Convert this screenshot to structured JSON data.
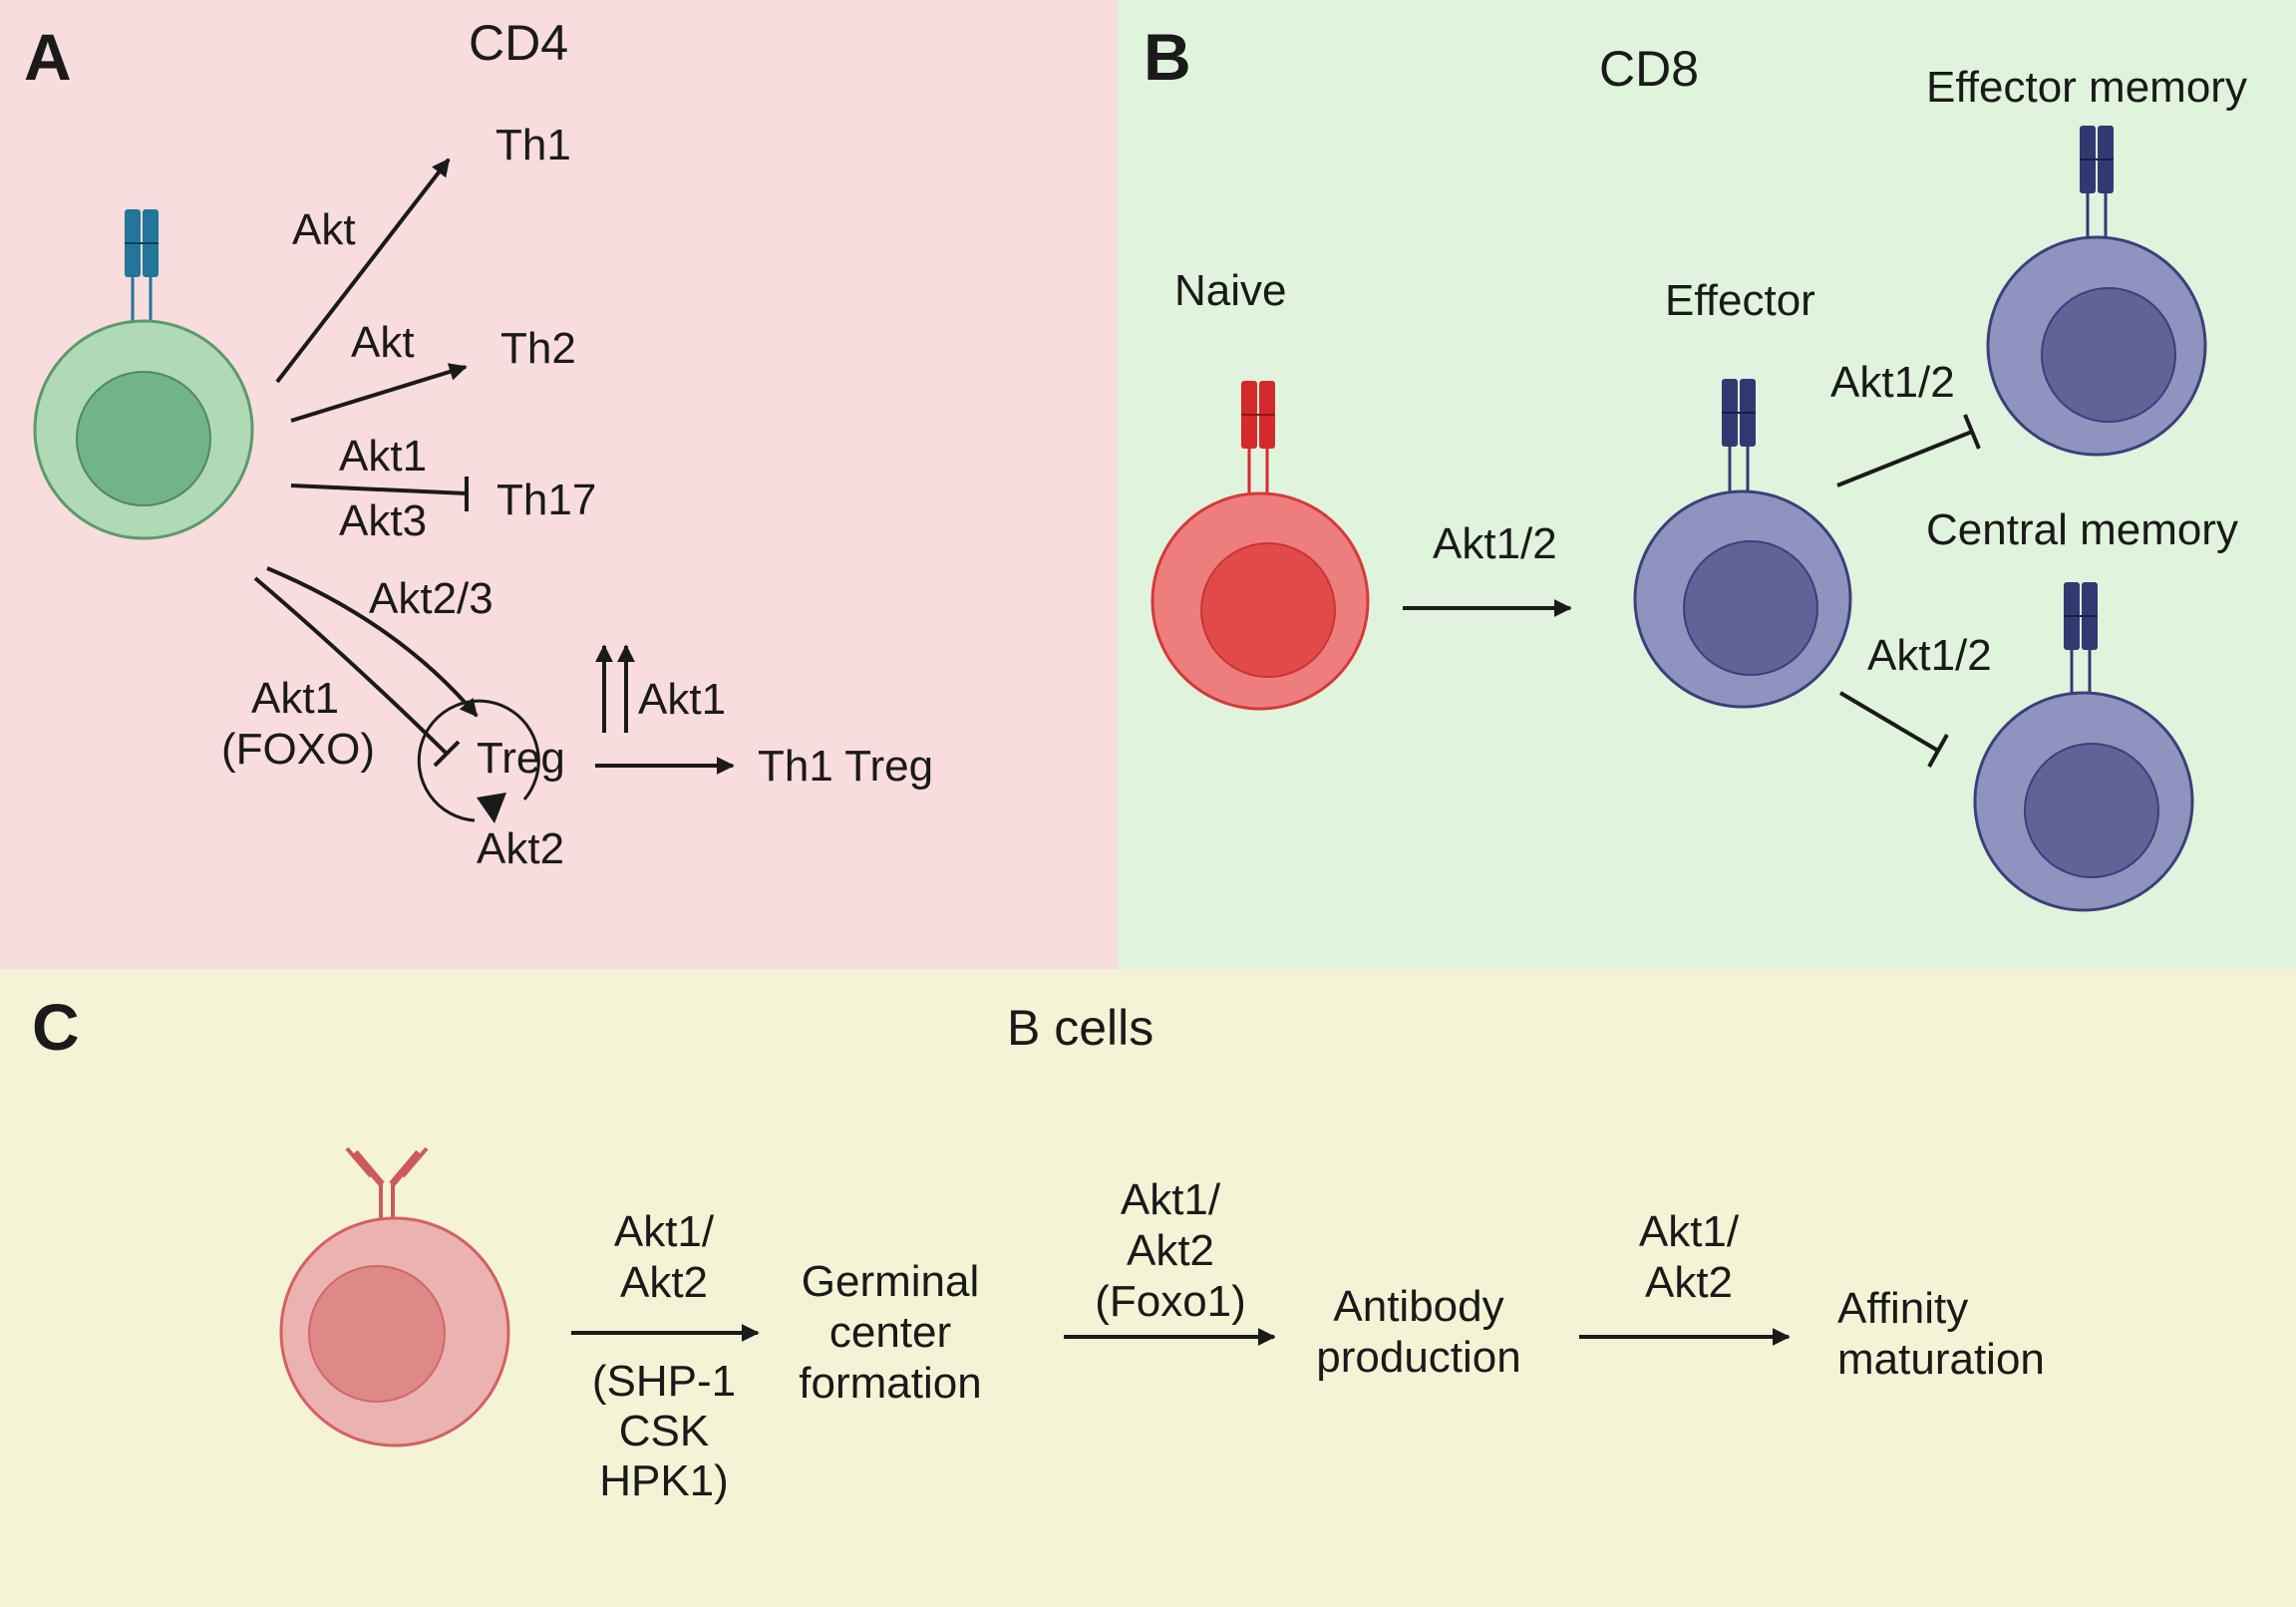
{
  "colors": {
    "panel_a_bg": "#f9dcdd",
    "panel_b_bg": "#e0f3dc",
    "panel_c_bg": "#f5f3d6",
    "cd4_cell": "#b0d9b6",
    "cd4_nucleus": "#71b487",
    "cd4_receptor": "#23759a",
    "naive_cell": "#ee7e7d",
    "naive_nucleus": "#e24a4a",
    "naive_receptor": "#d52a2b",
    "cd8_cell": "#9193bf",
    "cd8_nucleus": "#616298",
    "cd8_receptor": "#343872",
    "b_cell": "#ebb2b2",
    "b_nucleus": "#df8888",
    "antibody": "#cd5a5a",
    "line": "#1a1a1a"
  },
  "panel_a": {
    "letter": "A",
    "title": "CD4",
    "cell_icon": "cd4-t-cell-icon",
    "targets": {
      "th1": "Th1",
      "th2": "Th2",
      "th17": "Th17",
      "treg": "Treg",
      "th1_treg": "Th1 Treg"
    },
    "labels": {
      "akt_th1": "Akt",
      "akt_th2": "Akt",
      "akt1_th17": "Akt1",
      "akt3_th17": "Akt3",
      "akt23_treg": "Akt2/3",
      "akt1_foxo_line1": "Akt1",
      "akt1_foxo_line2": "(FOXO)",
      "akt1_up": "Akt1",
      "akt2_loop": "Akt2"
    }
  },
  "panel_b": {
    "letter": "B",
    "title": "CD8",
    "cells": {
      "naive": "Naive",
      "effector": "Effector",
      "effector_memory": "Effector memory",
      "central_memory": "Central memory"
    },
    "labels": {
      "akt12_naive_effector": "Akt1/2",
      "akt12_effector_memory": "Akt1/2",
      "akt12_central_memory": "Akt1/2"
    }
  },
  "panel_c": {
    "letter": "C",
    "title": "B cells",
    "steps": {
      "germinal": [
        "Germinal",
        "center",
        "formation"
      ],
      "antibody": [
        "Antibody",
        "production"
      ],
      "affinity": [
        "Affinity",
        "maturation"
      ]
    },
    "labels": {
      "arrow1_above": [
        "Akt1/",
        "Akt2"
      ],
      "arrow1_below": [
        "(SHP-1",
        "CSK",
        "HPK1)"
      ],
      "arrow2_above": [
        "Akt1/",
        "Akt2",
        "(Foxo1)"
      ],
      "arrow3_above": [
        "Akt1/",
        "Akt2"
      ]
    }
  }
}
